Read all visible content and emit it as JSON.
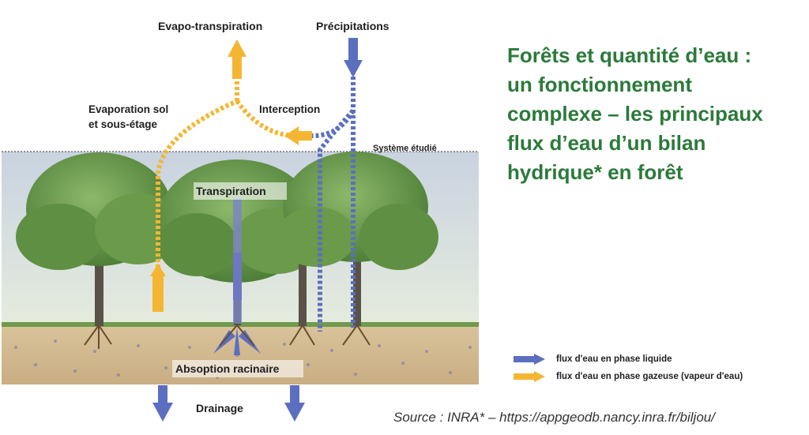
{
  "title": {
    "lines": [
      "Forêts et quantité d’eau :",
      "un fonctionnement",
      "complexe – les principaux",
      "flux d’eau d’un bilan",
      "hydrique* en forêt"
    ]
  },
  "diagram": {
    "labels": {
      "evapotranspiration": "Evapo-transpiration",
      "precipitations": "Précipitations",
      "evaporation_line1": "Evaporation sol",
      "evaporation_line2": "et sous-étage",
      "interception": "Interception",
      "systeme": "Système étudié",
      "transpiration": "Transpiration",
      "absorption": "Absoption racinaire",
      "drainage": "Drainage"
    }
  },
  "legend": {
    "items": [
      {
        "label": "flux d'eau en phase liquide",
        "color": "#5b6fc0"
      },
      {
        "label": "flux d'eau en phase gazeuse (vapeur d'eau)",
        "color": "#f4b632"
      }
    ]
  },
  "source": "Source : INRA* – https://appgeodb.nancy.inra.fr/biljou/",
  "colors": {
    "title": "#2b7a3a",
    "liquid_flow": "#5b6fc0",
    "gas_flow": "#f4b632"
  }
}
